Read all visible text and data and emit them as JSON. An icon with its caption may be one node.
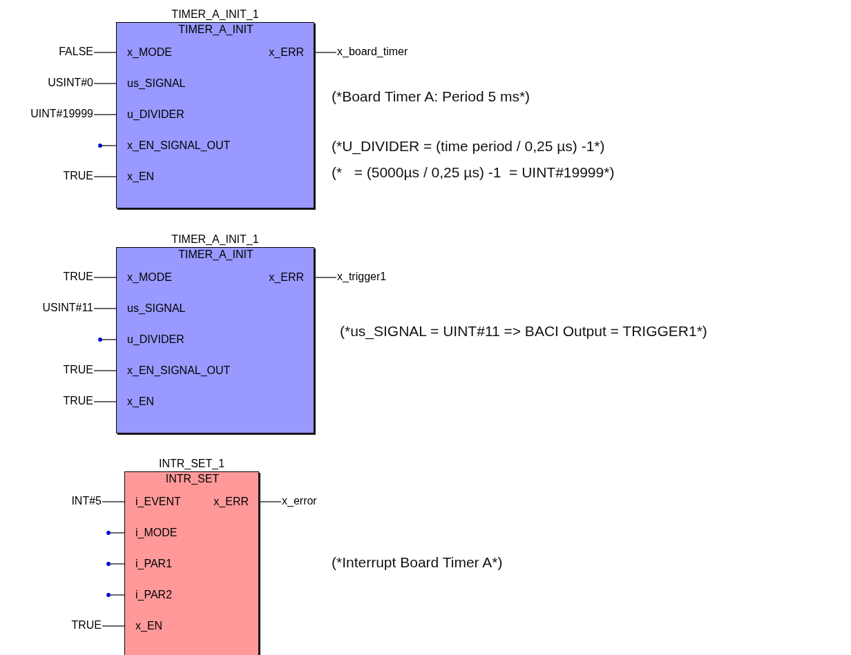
{
  "diagram": {
    "nodes": [
      {
        "text": [
          "TIMER_A_INIT_1",
          "TIMER_A_INIT",
          "x_MODE",
          "us_SIGNAL",
          "u_DIVIDER",
          "x_EN_SIGNAL_OUT",
          "x_EN",
          "x_ERR"
        ]
      },
      {
        "text": [
          "FALSE"
        ]
      },
      {
        "text": [
          "USINT#0"
        ]
      },
      {
        "text": [
          "UINT#19999"
        ]
      },
      {
        "text": [
          "TRUE"
        ]
      },
      {
        "text": [
          "x_board_timer"
        ]
      },
      {
        "text": [
          "TIMER_A_INIT_1",
          "TIMER_A_INIT",
          "x_MODE",
          "us_SIGNAL",
          "u_DIVIDER",
          "x_EN_SIGNAL_OUT",
          "x_EN",
          "x_ERR"
        ]
      },
      {
        "text": [
          "TRUE"
        ]
      },
      {
        "text": [
          "USINT#11"
        ]
      },
      {
        "text": [
          "TRUE"
        ]
      },
      {
        "text": [
          "TRUE"
        ]
      },
      {
        "text": [
          "x_trigger1"
        ]
      },
      {
        "text": [
          "INTR_SET_1",
          "INTR_SET",
          "i_EVENT",
          "i_MODE",
          "i_PAR1",
          "i_PAR2",
          "x_EN",
          "x_ERR"
        ]
      },
      {
        "text": [
          "INT#5"
        ]
      },
      {
        "text": [
          "TRUE"
        ]
      },
      {
        "text": [
          "x_error"
        ]
      }
    ],
    "edges": [
      {
        "from": 1,
        "to": 0,
        "arrow": "none"
      },
      {
        "from": 2,
        "to": 0,
        "arrow": "none"
      },
      {
        "from": 3,
        "to": 0,
        "arrow": "none"
      },
      {
        "from": null,
        "to": 0,
        "arrow": "other"
      },
      {
        "from": 4,
        "to": 0,
        "arrow": "none"
      },
      {
        "from": 0,
        "to": 5,
        "arrow": "none"
      },
      {
        "from": 7,
        "to": 6,
        "arrow": "none"
      },
      {
        "from": 8,
        "to": 6,
        "arrow": "none"
      },
      {
        "from": null,
        "to": 6,
        "arrow": "other"
      },
      {
        "from": 9,
        "to": 6,
        "arrow": "none"
      },
      {
        "from": 10,
        "to": 6,
        "arrow": "none"
      },
      {
        "from": 6,
        "to": 11,
        "arrow": "none"
      },
      {
        "from": 13,
        "to": 12,
        "arrow": "none"
      },
      {
        "from": null,
        "to": 12,
        "arrow": "other"
      },
      {
        "from": null,
        "to": 12,
        "arrow": "other"
      },
      {
        "from": null,
        "to": 12,
        "arrow": "other"
      },
      {
        "from": 14,
        "to": 12,
        "arrow": "none"
      },
      {
        "from": 12,
        "to": 15,
        "arrow": "none"
      }
    ],
    "labels": [
      "(*Board Timer A: Period 5 ms*)",
      "(*U_DIVIDER = (time period / 0,25 µs) -1*)",
      "(*   = (5000µs / 0,25 µs) -1  = UINT#19999*)",
      "(*us_SIGNAL = UINT#11 => BACI Output = TRIGGER1*)",
      "(*Interrupt Board Timer A*)"
    ]
  }
}
